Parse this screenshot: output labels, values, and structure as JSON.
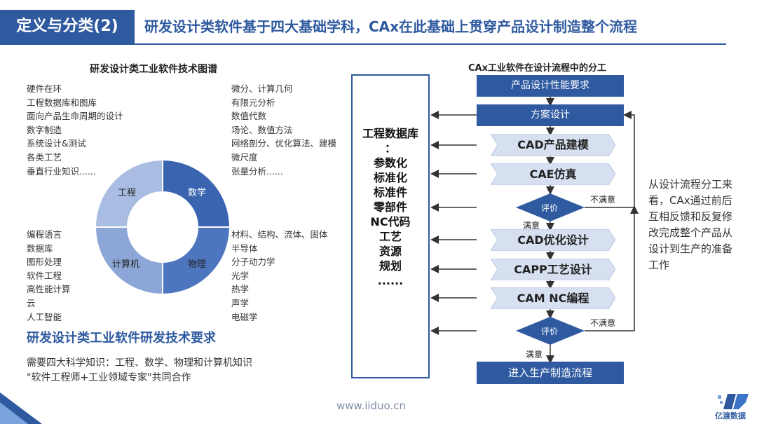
{
  "header": {
    "title": "定义与分类(2)",
    "subtitle": "研发设计类软件基于四大基础学科，CAx在此基础上贯穿产品设计制造整个流程"
  },
  "left": {
    "map_title": "研发设计类工业软件技术图谱",
    "engineering_list": [
      "硬件在环",
      "工程数据库和图库",
      "面向产品生命周期的设计",
      "数字制造",
      "系统设计&测试",
      "各类工艺",
      "垂直行业知识......"
    ],
    "math_list": [
      "微分、计算几何",
      "有限元分析",
      "数值代数",
      "场论、数值方法",
      "网络剖分、优化算法、建模",
      "微尺度",
      "张量分析......"
    ],
    "computer_list": [
      "编程语言",
      "数据库",
      "图形处理",
      "软件工程",
      "高性能计算",
      "云",
      "人工智能"
    ],
    "physics_list": [
      "材料、结构、流体、固体",
      "半导体",
      "分子动力学",
      "光学",
      "热学",
      "声学",
      "电磁学"
    ],
    "donut": {
      "engineering": "工程",
      "math": "数学",
      "computer": "计算机",
      "physics": "物理"
    },
    "req_title": "研发设计类工业软件研发技术要求",
    "req_lines": [
      "需要四大科学知识：工程、数学、物理和计算机知识",
      "\"软件工程师+工业领域专家\"共同合作"
    ]
  },
  "site": "www.iiduo.cn",
  "flow": {
    "title": "CAx工业软件在设计流程中的分工",
    "db_lines": [
      "工程数据库",
      "：",
      "参数化",
      "标准化",
      "标准件",
      "零部件",
      "NC代码",
      "工艺",
      "资源",
      "规划",
      "......"
    ],
    "step_req": "产品设计性能要求",
    "step_plan": "方案设计",
    "step_cad": "CAD产品建模",
    "step_cae": "CAE仿真",
    "eval": "评价",
    "satisfied": "满意",
    "unsatisfied": "不满意",
    "step_cadopt": "CAD优化设计",
    "step_capp": "CAPP工艺设计",
    "step_cam": "CAM NC编程",
    "step_final": "进入生产制造流程",
    "side_note": "从设计流程分工来看，CAx通过前后互相反馈和反复修改完成整个产品从设计到生产的准备工作"
  },
  "logo": {
    "text": "亿渡数据"
  },
  "colors": {
    "brand": "#2f5aa0",
    "light_blue": "#a9bde3",
    "mid_blue": "#6d8fcf",
    "dark_blue": "#3a64b0"
  }
}
